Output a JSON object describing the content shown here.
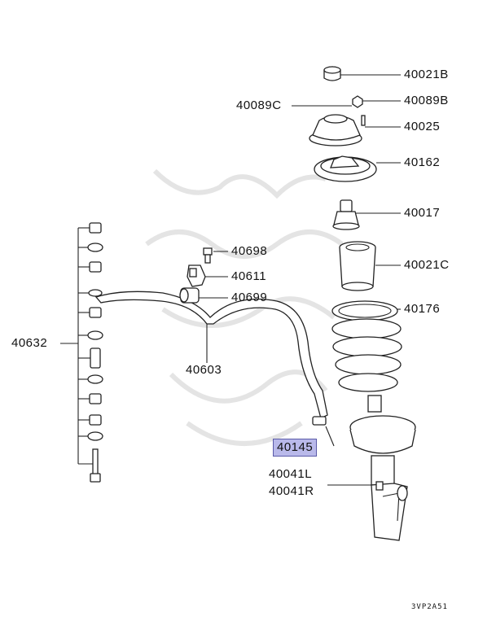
{
  "labels": {
    "l40021b": "40021B",
    "l40089b": "40089B",
    "l40089c": "40089C",
    "l40025": "40025",
    "l40162": "40162",
    "l40017": "40017",
    "l40021c": "40021C",
    "l40176": "40176",
    "l40698": "40698",
    "l40611": "40611",
    "l40699": "40699",
    "l40632": "40632",
    "l40603": "40603",
    "l40145": "40145",
    "l40041l": "40041L",
    "l40041r": "40041R"
  },
  "diagram_code": "3VP2A51",
  "highlight_color": "#b9b9ea"
}
